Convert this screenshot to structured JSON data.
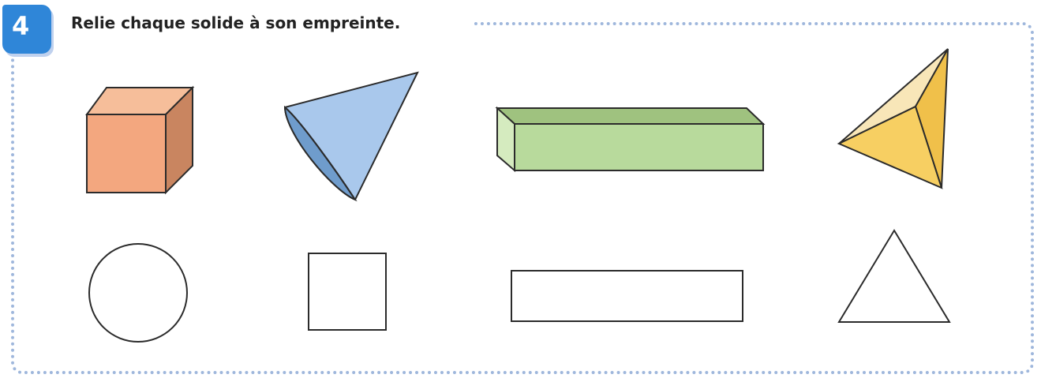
{
  "exercise": {
    "number": "4",
    "instruction": "Relie chaque solide à son empreinte."
  },
  "colors": {
    "badge": "#2f86d8",
    "frame": "#9fb7dc",
    "cube": "#f3a77f",
    "cone": "#a9c8ec",
    "prism": "#b8da9c",
    "pyramid": "#f7cf62"
  },
  "solids": [
    {
      "name": "cube",
      "icon": "cube-icon"
    },
    {
      "name": "cone",
      "icon": "cone-icon"
    },
    {
      "name": "rectangular-prism",
      "icon": "rectangular-prism-icon"
    },
    {
      "name": "triangular-pyramid",
      "icon": "pyramid-icon"
    }
  ],
  "footprints": [
    {
      "name": "circle",
      "icon": "circle-icon"
    },
    {
      "name": "square",
      "icon": "square-icon"
    },
    {
      "name": "rectangle",
      "icon": "rectangle-icon"
    },
    {
      "name": "triangle",
      "icon": "triangle-icon"
    }
  ]
}
